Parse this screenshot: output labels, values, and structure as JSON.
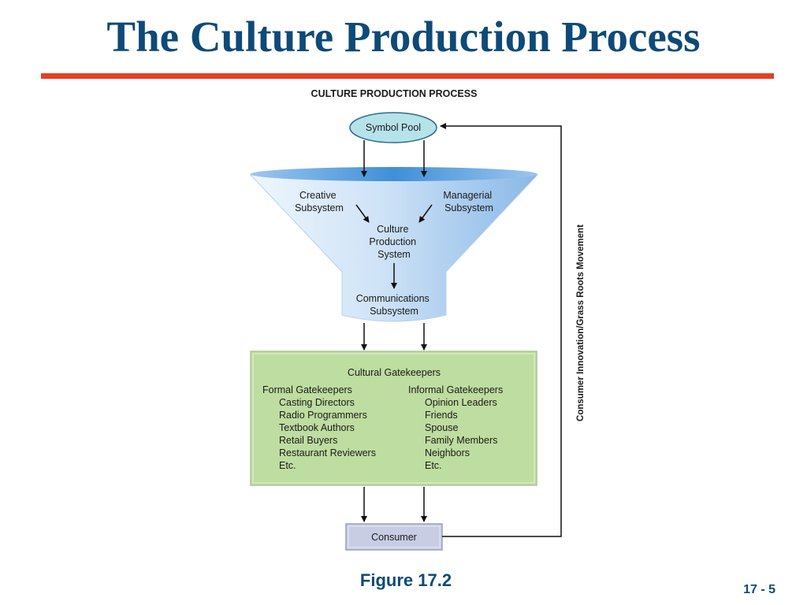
{
  "slide": {
    "title": "The Culture Production Process",
    "figure_caption": "Figure 17.2",
    "page_number": "17 - 5"
  },
  "diagram": {
    "heading": "CULTURE PRODUCTION PROCESS",
    "symbol_pool": "Symbol Pool",
    "creative": {
      "line1": "Creative",
      "line2": "Subsystem"
    },
    "managerial": {
      "line1": "Managerial",
      "line2": "Subsystem"
    },
    "culture_system": {
      "line1": "Culture",
      "line2": "Production",
      "line3": "System"
    },
    "communications": {
      "line1": "Communications",
      "line2": "Subsystem"
    },
    "gatekeepers": {
      "title": "Cultural Gatekeepers",
      "formal_heading": "Formal Gatekeepers",
      "formal_items": [
        "Casting Directors",
        "Radio Programmers",
        "Textbook Authors",
        "Retail Buyers",
        "Restaurant Reviewers",
        "Etc."
      ],
      "informal_heading": "Informal Gatekeepers",
      "informal_items": [
        "Opinion Leaders",
        "Friends",
        "Spouse",
        "Family Members",
        "Neighbors",
        "Etc."
      ]
    },
    "consumer": "Consumer",
    "feedback_label": "Consumer Innovation/Grass Roots Movement"
  },
  "colors": {
    "title": "#0e4a78",
    "rule": "#e63e22",
    "gatekeeper_fill": "#bedda0",
    "consumer_fill": "#c9cde4",
    "symbol_pool_fill": "#b6e2ea",
    "funnel_fill": "#a9cbef"
  }
}
